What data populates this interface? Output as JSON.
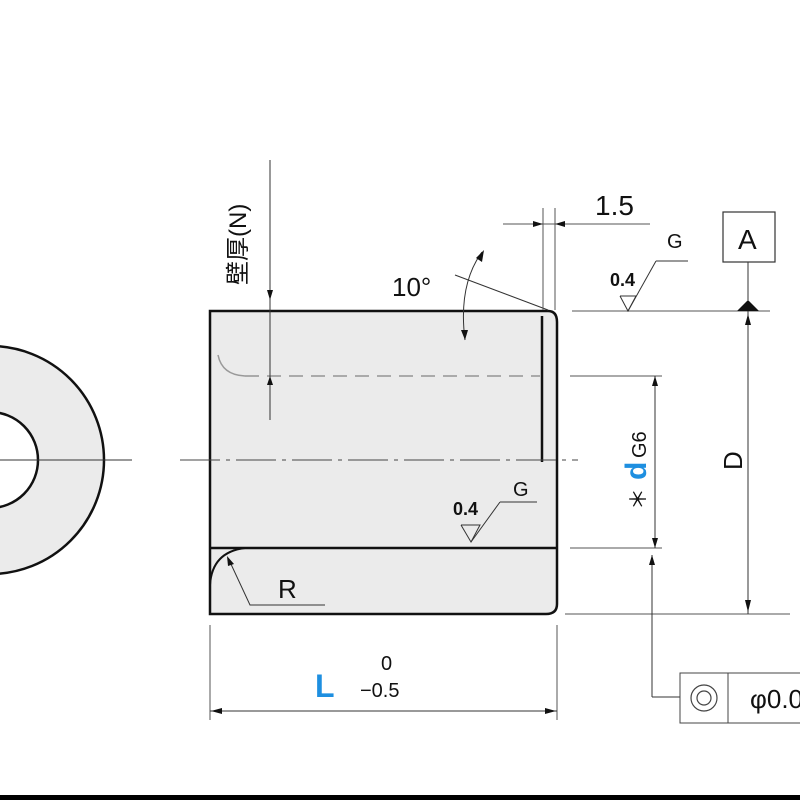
{
  "drawing": {
    "wall_thickness_label": "壁厚(N)",
    "angle_label": "10°",
    "chamfer_width_label": "1.5",
    "datum_label": "A",
    "roughness_top": {
      "value": "0.4",
      "grade": "G"
    },
    "roughness_bore": {
      "value": "0.4",
      "grade": "G"
    },
    "outer_diameter_label": "D",
    "inner_diameter_label": {
      "prefix": "＊",
      "symbol": "d",
      "tolerance": "G6"
    },
    "radius_label": "R",
    "length_label": {
      "symbol": "L",
      "upper": "0",
      "lower": "−0.5"
    },
    "concentricity_tolerance": "φ0.0"
  },
  "colors": {
    "accent": "#1e8fe0",
    "part_fill": "#ebebeb",
    "line": "#111111"
  }
}
